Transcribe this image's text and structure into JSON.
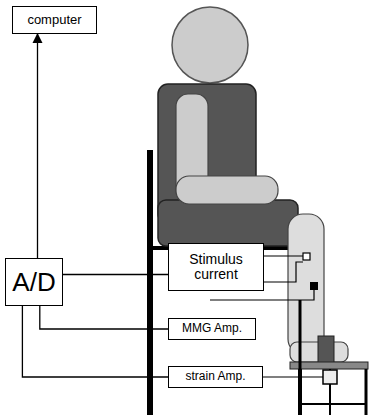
{
  "diagram": {
    "nodes": [
      {
        "text": [
          "computer"
        ]
      },
      {
        "text": [
          "A/D"
        ]
      },
      {
        "text": [
          "Stimulus current"
        ]
      },
      {
        "text": [
          "MMG Amp."
        ]
      },
      {
        "text": [
          "strain Amp."
        ]
      }
    ],
    "edges": [
      {
        "from": 1,
        "to": 0,
        "arrow": "to"
      },
      {
        "from": 2,
        "to": 1,
        "arrow": "none"
      },
      {
        "from": 3,
        "to": 1,
        "arrow": "none"
      },
      {
        "from": 4,
        "to": 1,
        "arrow": "none"
      }
    ]
  }
}
